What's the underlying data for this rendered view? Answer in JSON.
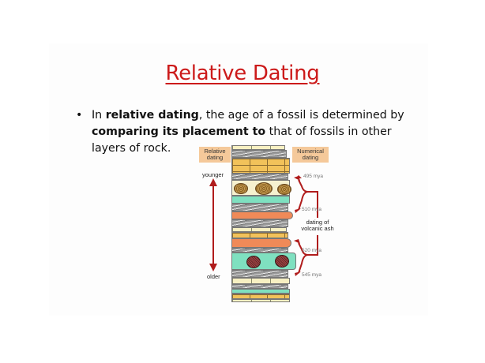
{
  "slide": {
    "title": "Relative Dating",
    "bullet": {
      "parts": [
        {
          "text": "In ",
          "bold": false
        },
        {
          "text": "relative dating",
          "bold": true
        },
        {
          "text": ", the age of a fossil is determined by ",
          "bold": false
        },
        {
          "text": "comparing its placement to",
          "bold": true
        },
        {
          "text": " that of fossils in other layers of rock.",
          "bold": false
        }
      ],
      "p1": "In ",
      "p2": "relative dating",
      "p3": ", the age of a fossil is determined by ",
      "p4": "comparing its placement to",
      "p5": " that of fossils in other layers of rock."
    }
  },
  "diagram": {
    "relative_label": "Relative dating",
    "numerical_label": "Numerical dating",
    "younger": "younger",
    "older": "older",
    "ash_label": "dating of volcanic ash",
    "ages": [
      "495 mya",
      "510 mya",
      "520 mya",
      "545 mya"
    ],
    "colors": {
      "arrow": "#b01c1c",
      "label_box": "#f5c99a",
      "title": "#cc1a1a"
    }
  }
}
